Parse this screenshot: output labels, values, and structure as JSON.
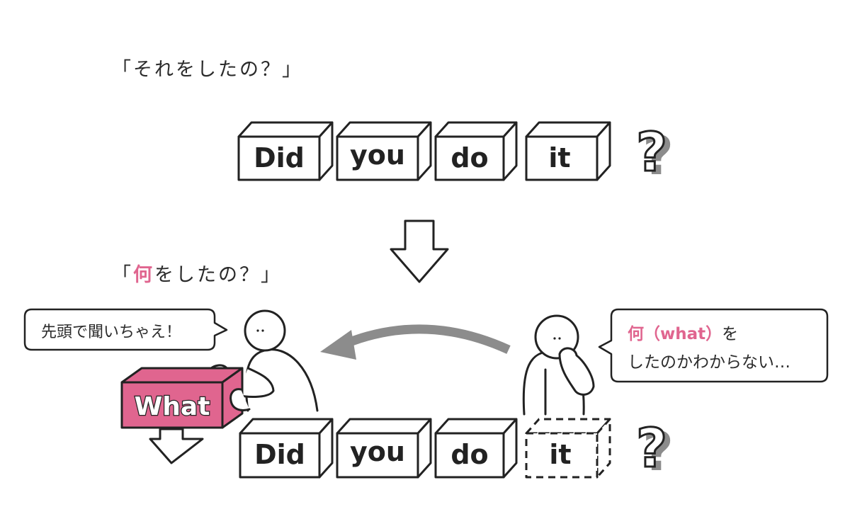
{
  "captions": {
    "top_open": "「",
    "top": "それをしたの？",
    "top_close": "」",
    "bottom_open": "「",
    "bottom_highlight": "何",
    "bottom_rest": "をしたの？",
    "bottom_close": "」"
  },
  "top_row": {
    "words": [
      "Did",
      "you",
      "do",
      "it"
    ],
    "question_mark": "?"
  },
  "bottom_row": {
    "words": [
      "Did",
      "you",
      "do",
      "it"
    ],
    "dashed_word": "it",
    "question_mark": "?"
  },
  "what_block": {
    "label": "What"
  },
  "bubbles": {
    "left": "先頭で聞いちゃえ！",
    "right_line1_highlight": "何（what）",
    "right_line1_rest": "を",
    "right_line2": "したのかわからない…"
  },
  "colors": {
    "ink": "#222222",
    "accent": "#e0658f",
    "what_fill": "#e0658f",
    "arrow_gray": "#8c8c8c",
    "question_shadow": "#8c8c8c"
  }
}
